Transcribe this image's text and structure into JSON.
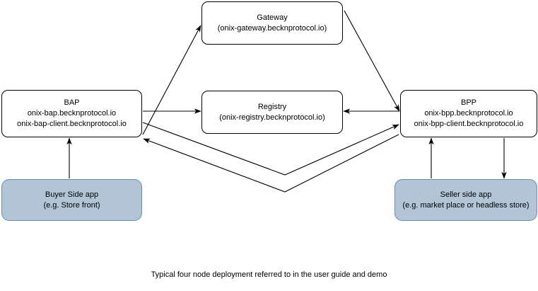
{
  "diagram": {
    "caption": "Typical four node deployment referred to in the user guide and demo",
    "nodes": {
      "gateway": {
        "title": "Gateway",
        "host": "(onix-gateway.becknprotocol.io)",
        "kind": "service"
      },
      "bap": {
        "title": "BAP",
        "host": "onix-bap.becknprotocol.io",
        "host2": "onix-bap-client.becknprotocol.io",
        "kind": "service"
      },
      "registry": {
        "title": "Registry",
        "host": "(onix-registry.becknprotocol.io)",
        "kind": "service"
      },
      "bpp": {
        "title": "BPP",
        "host": "onix-bpp.becknprotocol.io",
        "host2": "onix-bpp-client.becknprotocol.io",
        "kind": "service"
      },
      "buyer_app": {
        "title": "Buyer Side app",
        "host": "(e.g. Store front)",
        "kind": "app"
      },
      "seller_app": {
        "title": "Seller side app",
        "host": "(e.g. market place or headless store)",
        "kind": "app"
      }
    },
    "edges": [
      {
        "name": "bap-to-gateway",
        "from": "bap",
        "to": "gateway",
        "arrow": "end"
      },
      {
        "name": "gateway-to-bpp",
        "from": "gateway",
        "to": "bpp",
        "arrow": "end"
      },
      {
        "name": "bap-to-registry",
        "from": "bap",
        "to": "registry",
        "arrow": "end"
      },
      {
        "name": "bpp-to-registry",
        "from": "bpp",
        "to": "registry",
        "arrow": "end"
      },
      {
        "name": "bap-to-bpp",
        "from": "bap",
        "to": "bpp",
        "arrow": "end"
      },
      {
        "name": "bpp-to-bap",
        "from": "bpp",
        "to": "bap",
        "arrow": "end"
      },
      {
        "name": "buyer-app-to-bap",
        "from": "buyer_app",
        "to": "bap",
        "arrow": "end"
      },
      {
        "name": "seller-app-to-bpp",
        "from": "seller_app",
        "to": "bpp",
        "arrow": "end"
      },
      {
        "name": "bpp-to-seller-app",
        "from": "bpp",
        "to": "seller_app",
        "arrow": "end"
      }
    ],
    "colors": {
      "node_fill": "#ffffff",
      "node_stroke": "#000000",
      "app_fill": "#b1c5d7",
      "app_stroke": "#6c8ead",
      "edge_stroke": "#000000",
      "text": "#000000",
      "background": "#ffffff"
    }
  }
}
